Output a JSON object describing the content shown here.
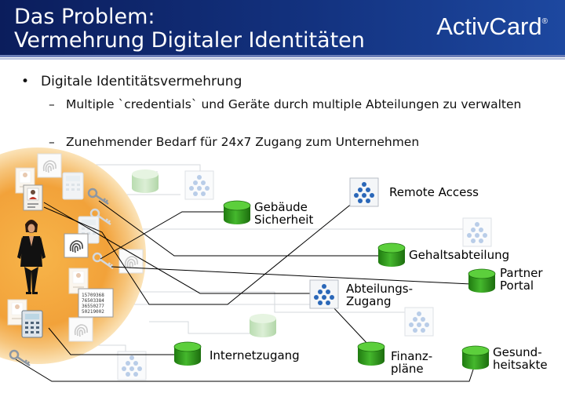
{
  "header": {
    "title_line1": "Das Problem:",
    "title_line2": "Vermehrung Digitaler Identitäten",
    "logo": "ActivCard",
    "logo_mark": "®"
  },
  "bullets": {
    "main": "Digitale Identitätsvermehrung",
    "sub1": "Multiple `credentials` und Geräte durch multiple Abteilungen zu verwalten",
    "sub2": "Zunehmender Bedarf für 24x7 Zugang zum Unternehmen"
  },
  "targets": {
    "gebaeude": {
      "line1": "Gebäude",
      "line2": "Sicherheit"
    },
    "remote_access": {
      "line1": "Remote Access"
    },
    "gehaltsabteilung": {
      "line1": "Gehaltsabteilung"
    },
    "partner_portal": {
      "line1": "Partner",
      "line2": "Portal"
    },
    "abteilungszugang": {
      "line1": "Abteilungs-",
      "line2": "Zugang"
    },
    "internetzugang": {
      "line1": "Internetzugang"
    },
    "finanzplaene": {
      "line1": "Finanz-",
      "line2": "pläne"
    },
    "gesundheitsakte": {
      "line1": "Gesund-",
      "line2": "heitsakte"
    }
  },
  "token_numbers": [
    "15709368",
    "76503384",
    "36550277",
    "50219002"
  ],
  "colors": {
    "header_dark": "#0b1d5c",
    "header_light": "#1d48a0",
    "database_green": "#2f9a1c",
    "network_blue": "#2a67b8",
    "glow_orange": "#f2a23a"
  },
  "icons": {
    "database": "database-cylinder-icon",
    "network": "network-tree-icon",
    "fingerprint": "fingerprint-icon",
    "id_badge": "id-badge-icon",
    "key": "key-icon",
    "calculator": "calculator-icon",
    "token": "security-token-icon",
    "person": "businesswoman-icon"
  }
}
